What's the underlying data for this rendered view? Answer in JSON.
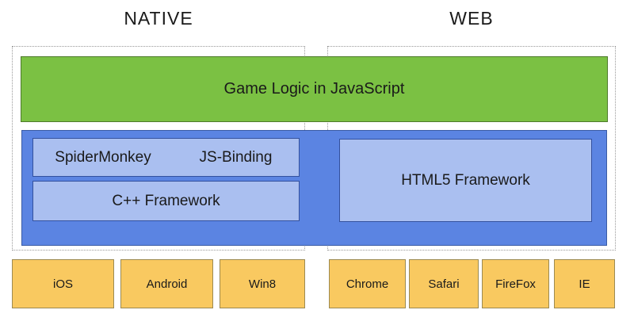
{
  "diagram": {
    "columns": {
      "native": {
        "label": "NATIVE"
      },
      "web": {
        "label": "WEB"
      }
    },
    "layers": {
      "game_logic": {
        "label": "Game Logic in JavaScript"
      },
      "native_runtime": {
        "spidermonkey": {
          "label": "SpiderMonkey"
        },
        "js_binding": {
          "label": "JS-Binding"
        },
        "cpp_framework": {
          "label": "C++ Framework"
        }
      },
      "web_runtime": {
        "html5_framework": {
          "label": "HTML5 Framework"
        }
      }
    },
    "platforms": {
      "native": [
        {
          "label": "iOS"
        },
        {
          "label": "Android"
        },
        {
          "label": "Win8"
        }
      ],
      "web": [
        {
          "label": "Chrome"
        },
        {
          "label": "Safari"
        },
        {
          "label": "FireFox"
        },
        {
          "label": "IE"
        }
      ]
    },
    "colors": {
      "green": "#7BC143",
      "green_border": "#4E7A2B",
      "blue": "#5B84E2",
      "blue_border": "#3A5BA5",
      "light_blue": "#AABFF0",
      "light_blue_border": "#33519E",
      "orange": "#F9C960",
      "orange_border": "#9C8A52",
      "dashed_border": "#999999",
      "text": "#1A1A1A"
    }
  }
}
